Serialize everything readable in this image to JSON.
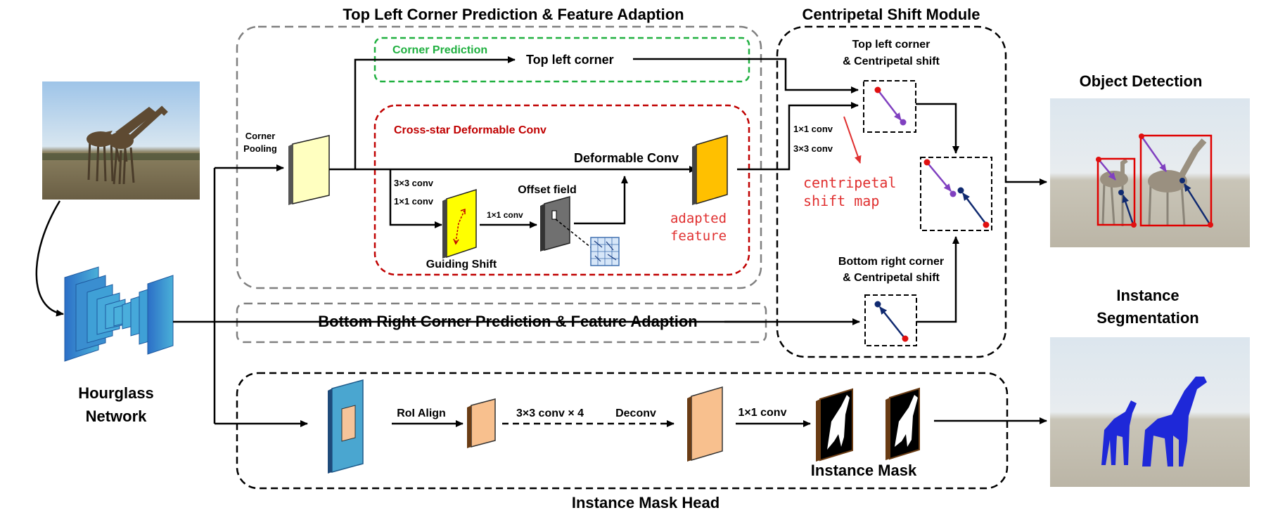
{
  "sections": {
    "top_left": "Top Left Corner Prediction & Feature Adaption",
    "centripetal": "Centripetal Shift Module",
    "object_detection": "Object Detection",
    "instance_seg_line1": "Instance",
    "instance_seg_line2": "Segmentation",
    "bottom_right": "Bottom Right  Corner Prediction & Feature Adaption",
    "mask_head": "Instance Mask Head",
    "hourglass_line1": "Hourglass",
    "hourglass_line2": "Network"
  },
  "labels": {
    "corner_pool_1": "Corner",
    "corner_pool_2": "Pooling",
    "corner_prediction": "Corner Prediction",
    "top_left_corner": "Top left corner",
    "cross_star": "Cross-star Deformable Conv",
    "deformable_conv": "Deformable Conv",
    "conv_3x3": "3×3 conv",
    "conv_1x1": "1×1 conv",
    "offset_field": "Offset field",
    "conv_1x1_small": "1×1 conv",
    "guiding_shift": "Guiding Shift",
    "adapted_1": "adapted",
    "adapted_2": "feature",
    "tl_cs_1": "Top left corner",
    "tl_cs_2": "& Centripetal shift",
    "cs_1x1": "1×1 conv",
    "cs_3x3": "3×3 conv",
    "centripetal_1": "centripetal",
    "centripetal_2": "shift map",
    "br_cs_1": "Bottom right corner",
    "br_cs_2": "& Centripetal shift",
    "roi_align": "RoI Align",
    "conv_3x3_x4": "3×3 conv × 4",
    "deconv": "Deconv",
    "mask_1x1": "1×1 conv",
    "instance_mask": "Instance Mask"
  },
  "colors": {
    "corner_green": "#20b040",
    "cross_red": "#c00000",
    "map_red": "#e03030",
    "shift_purple": "#8040c0",
    "shift_navy": "#102a70",
    "corner_red": "#e01010",
    "guiding_yellow": "#ffff00",
    "adapted_orange": "#ffc000",
    "mask_blue": "#1e28d8"
  }
}
